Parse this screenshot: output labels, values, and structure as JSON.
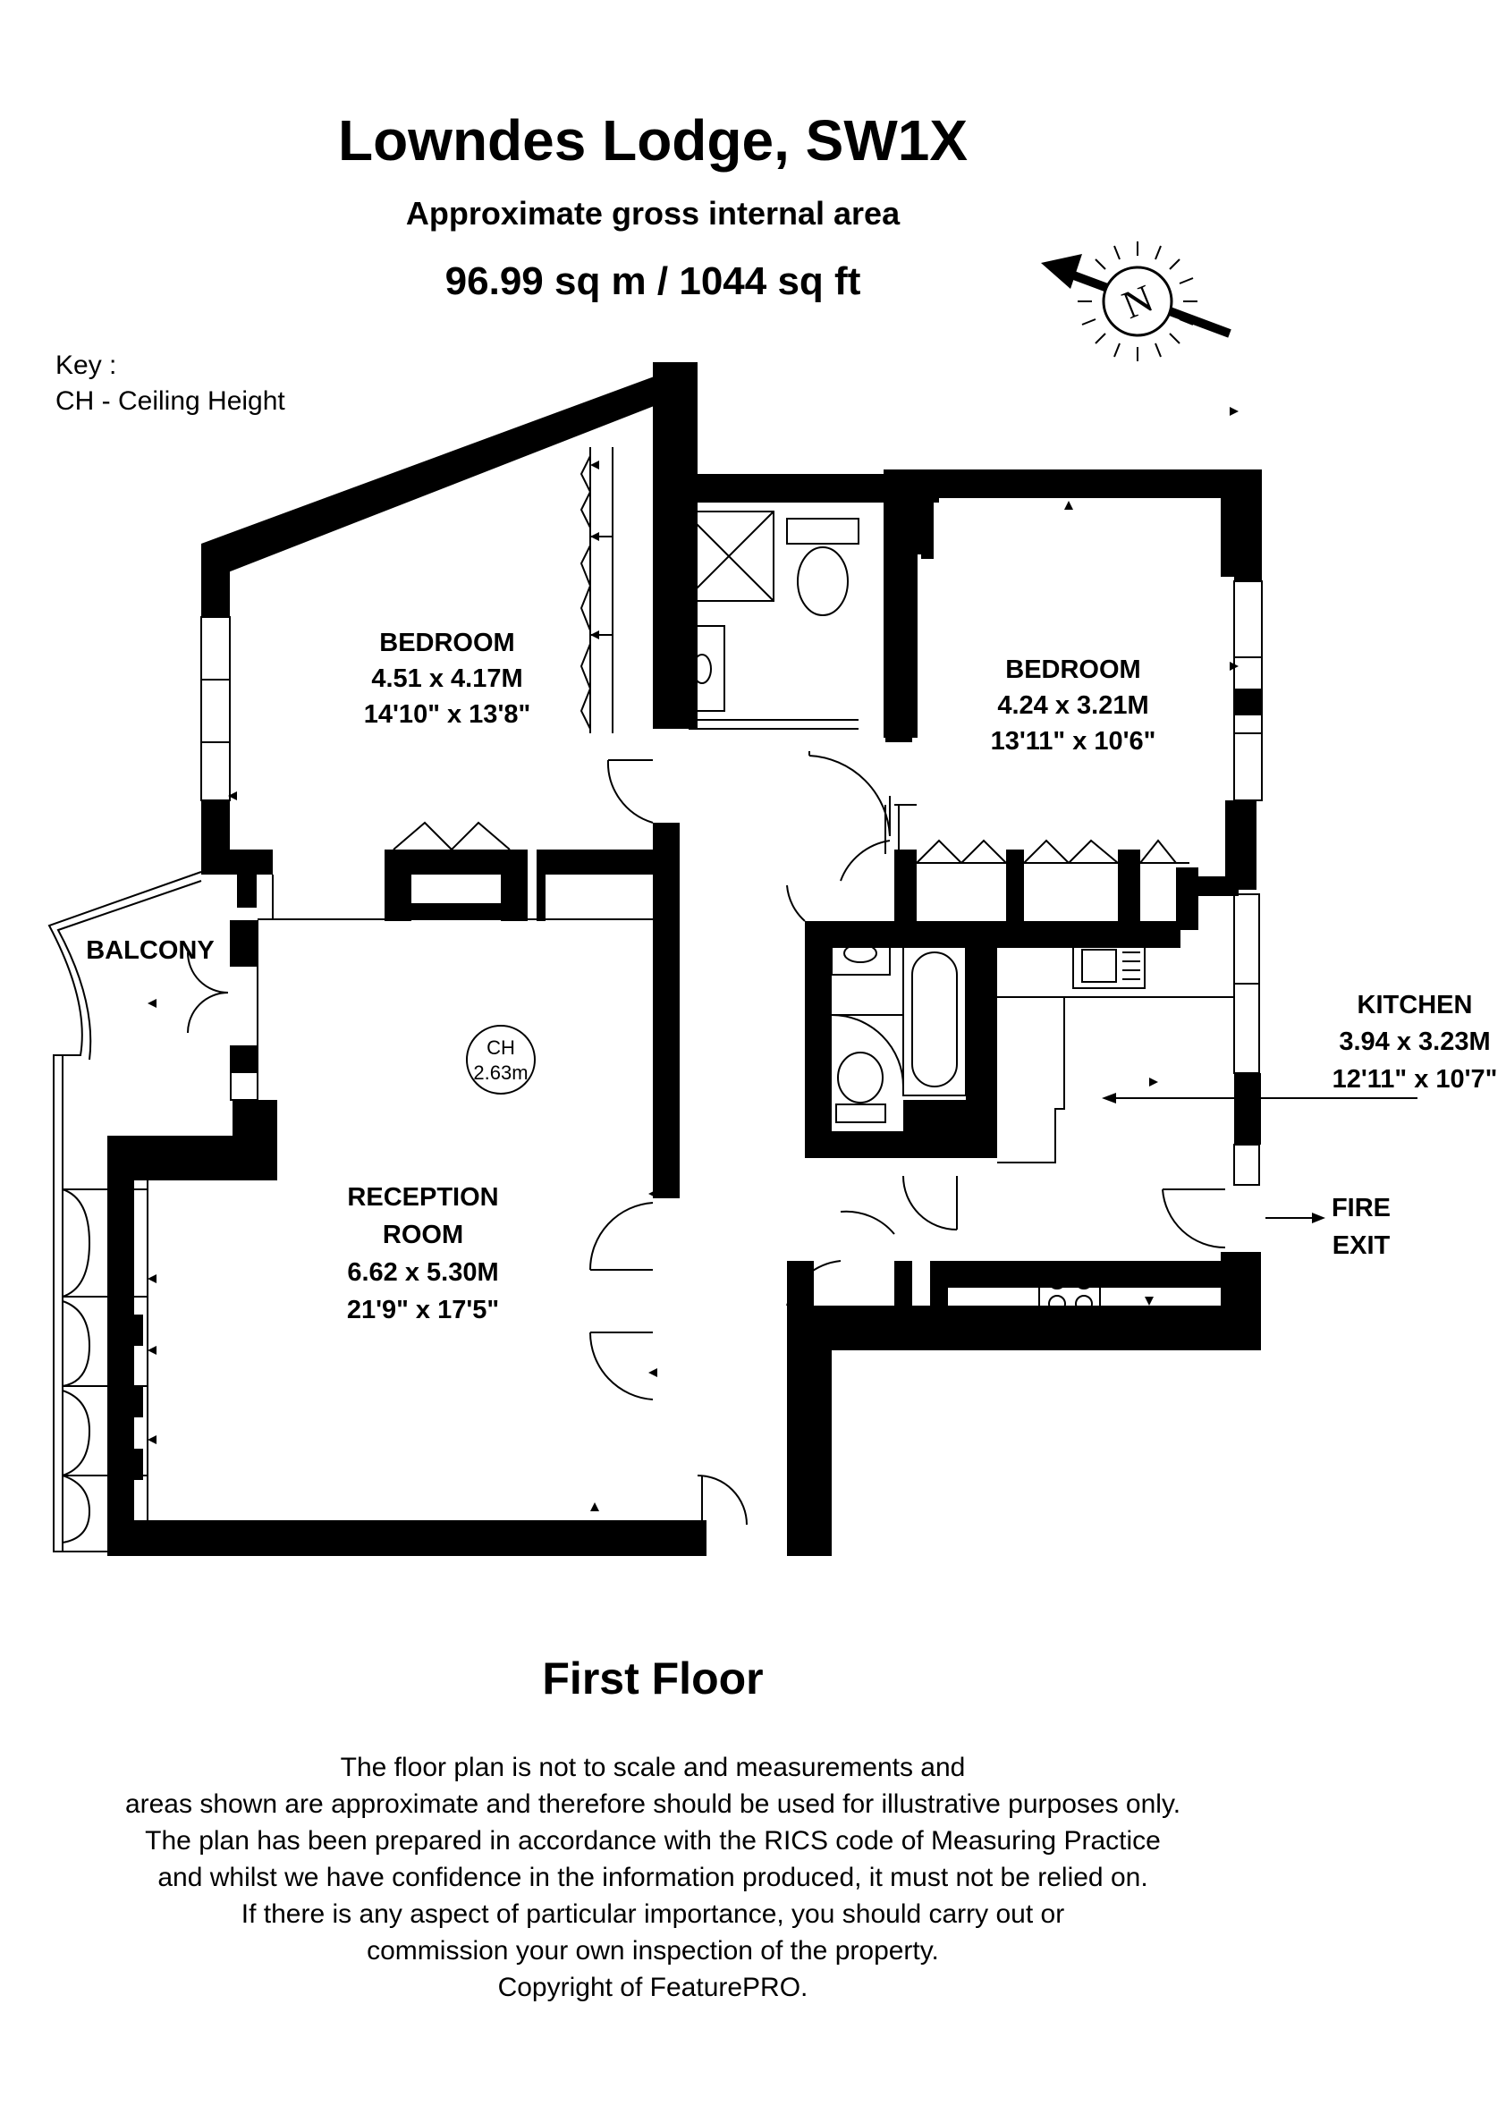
{
  "header": {
    "title": "Lowndes Lodge, SW1X",
    "subtitle": "Approximate gross internal area",
    "area": "96.99 sq m /  1044 sq ft"
  },
  "key": {
    "heading": "Key :",
    "entry": "CH - Ceiling Height"
  },
  "compass": {
    "label": "N"
  },
  "rooms": {
    "bedroom1": {
      "name": "BEDROOM",
      "metric": "4.51 x 4.17M",
      "imperial": "14'10\" x 13'8\""
    },
    "bedroom2": {
      "name": "BEDROOM",
      "metric": "4.24 x 3.21M",
      "imperial": "13'11\" x 10'6\""
    },
    "reception": {
      "name_line1": "RECEPTION",
      "name_line2": "ROOM",
      "metric": "6.62 x 5.30M",
      "imperial": "21'9\" x 17'5\""
    },
    "kitchen": {
      "name": "KITCHEN",
      "metric": "3.94 x 3.23M",
      "imperial": "12'11\" x 10'7\""
    },
    "balcony": {
      "name": "BALCONY"
    },
    "fire_exit": {
      "line1": "FIRE",
      "line2": "EXIT"
    }
  },
  "ceiling": {
    "label": "CH",
    "value": "2.63m"
  },
  "floor_label": "First Floor",
  "disclaimer": [
    "The floor plan is not to scale and measurements and",
    "areas shown are approximate and therefore should be used for illustrative purposes only.",
    "The plan has been prepared in accordance with the RICS code of Measuring Practice",
    "and whilst we have confidence in the information produced, it must not be relied on.",
    "If there is any aspect of particular importance, you should carry out or",
    "commission your own inspection of the property.",
    "Copyright of FeaturePRO."
  ]
}
